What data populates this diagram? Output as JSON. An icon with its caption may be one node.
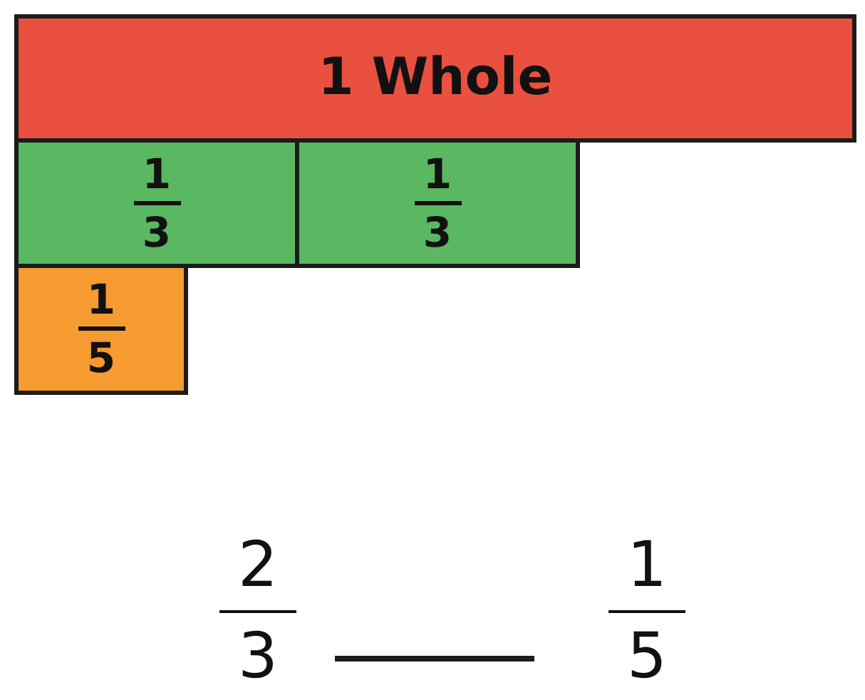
{
  "diagram": {
    "nodes": [
      {
        "text": [
          "1 Whole"
        ]
      },
      {
        "text": [
          "1",
          "3"
        ]
      },
      {
        "text": [
          "1",
          "3"
        ]
      },
      {
        "text": [
          "1",
          "5"
        ]
      }
    ],
    "edges": [],
    "labels": [
      "2",
      "3",
      "1",
      "5"
    ]
  }
}
